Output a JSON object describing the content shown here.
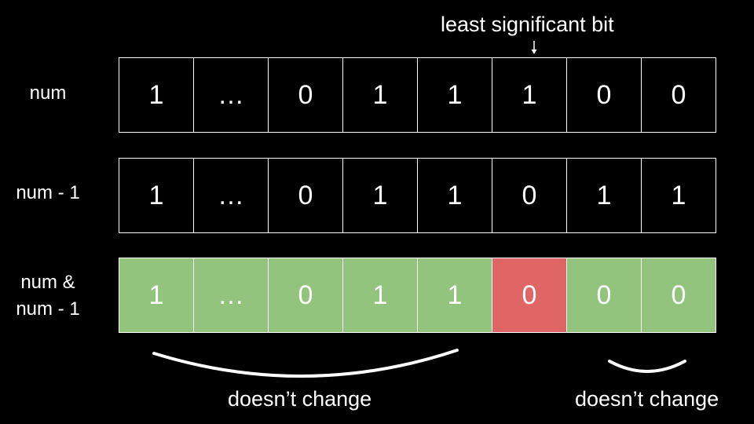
{
  "lsb_label": "least significant bit",
  "rows": [
    {
      "label": [
        "num"
      ],
      "bits": [
        "1",
        "…",
        "0",
        "1",
        "1",
        "1",
        "0",
        "0"
      ],
      "colors": []
    },
    {
      "label": [
        "num - 1"
      ],
      "bits": [
        "1",
        "…",
        "0",
        "1",
        "1",
        "0",
        "1",
        "1"
      ],
      "colors": []
    },
    {
      "label": [
        "num &",
        "num - 1"
      ],
      "bits": [
        "1",
        "…",
        "0",
        "1",
        "1",
        "0",
        "0",
        "0"
      ],
      "colors": [
        "green",
        "green",
        "green",
        "green",
        "green",
        "red",
        "green",
        "green"
      ]
    }
  ],
  "colors": {
    "background": "#000000",
    "unchanged": "#93c47d",
    "changed": "#e06666"
  },
  "brace_labels": {
    "left": "doesn’t change",
    "right": "doesn’t change"
  }
}
